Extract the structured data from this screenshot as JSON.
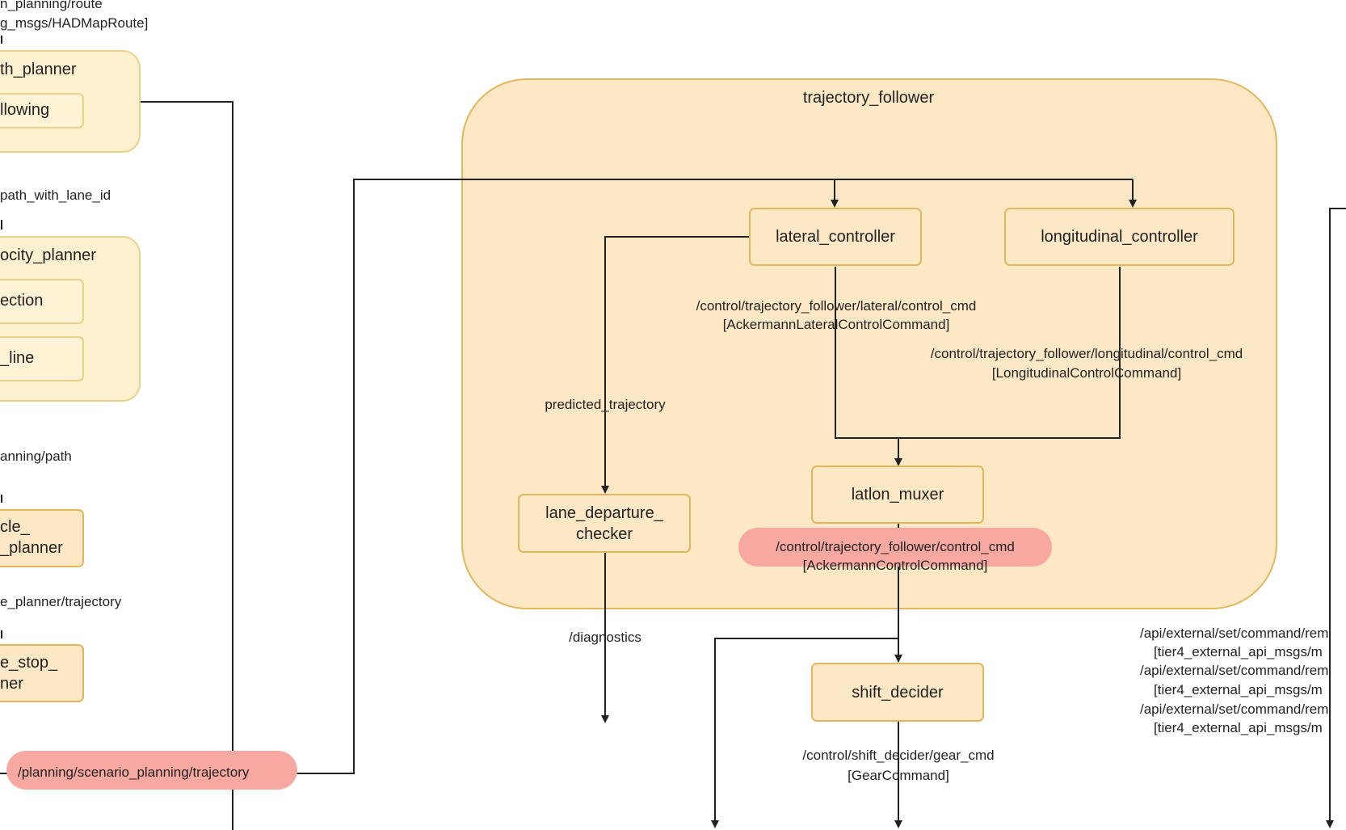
{
  "left": {
    "route_topic": "n_planning/route",
    "route_type": "g_msgs/HADMapRoute]",
    "path_planner": "th_planner",
    "following": "llowing",
    "path_lane_id": "path_with_lane_id",
    "velocity_planner": "ocity_planner",
    "ection": "ection",
    "line": "_line",
    "planning_path": "anning/path",
    "obstacle_1": "cle_",
    "obstacle_2": "_planner",
    "trajectory_topic": "e_planner/trajectory",
    "stop_1": "e_stop_",
    "stop_2": "ner",
    "scenario_trajectory": "/planning/scenario_planning/trajectory"
  },
  "follower": {
    "title": "trajectory_follower",
    "lateral": "lateral_controller",
    "longitudinal": "longitudinal_controller",
    "lateral_topic": "/control/trajectory_follower/lateral/control_cmd",
    "lateral_type": "[AckermannLateralControlCommand]",
    "long_topic": "/control/trajectory_follower/longitudinal/control_cmd",
    "long_type": "[LongitudinalControlCommand]",
    "predicted": "predicted_trajectory",
    "ldc_1": "lane_departure_",
    "ldc_2": "checker",
    "muxer": "latlon_muxer",
    "cmd_topic": "/control/trajectory_follower/control_cmd",
    "cmd_type": "[AckermannControlCommand]"
  },
  "bottom": {
    "diagnostics": "/diagnostics",
    "shift_decider": "shift_decider",
    "gear_topic": "/control/shift_decider/gear_cmd",
    "gear_type": "[GearCommand]"
  },
  "right": {
    "api_1": "/api/external/set/command/rem",
    "type_1": "[tier4_external_api_msgs/m",
    "api_2": "/api/external/set/command/rem",
    "type_2": "[tier4_external_api_msgs/m",
    "api_3": "/api/external/set/command/rem",
    "type_3": "[tier4_external_api_msgs/m"
  },
  "colors": {
    "node_fill": "#fde8c6",
    "node_border": "#e2b75b",
    "group_fill": "#fde8c6",
    "highlight_pill": "#f7a8a0"
  }
}
